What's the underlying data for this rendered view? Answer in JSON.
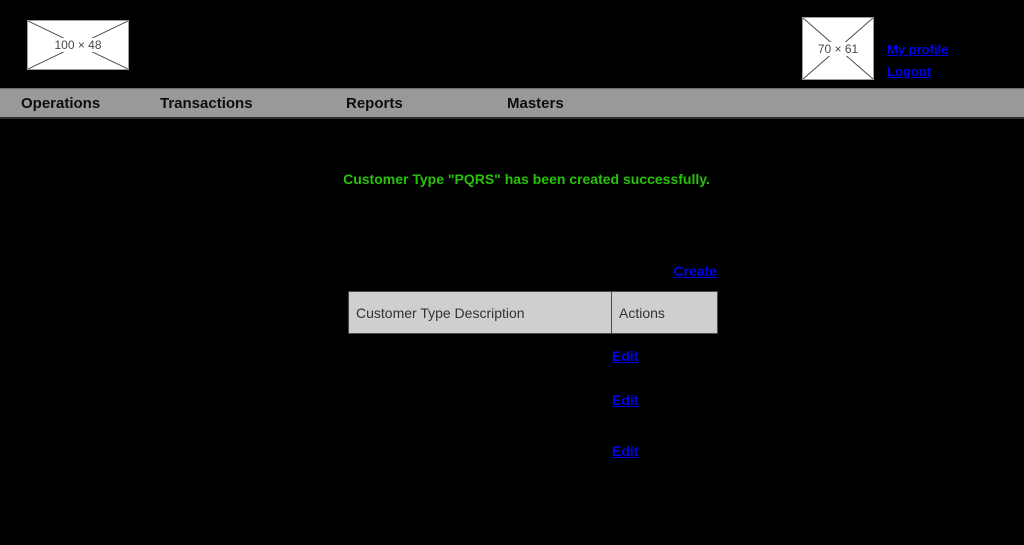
{
  "header": {
    "logo_placeholder_label": "100 × 48",
    "profile_placeholder_label": "70 × 61",
    "links": {
      "my_profile": "My profile",
      "logout": "Logout"
    }
  },
  "nav": {
    "items": [
      {
        "label": "Operations"
      },
      {
        "label": "Transactions"
      },
      {
        "label": "Reports"
      },
      {
        "label": "Masters"
      }
    ]
  },
  "main": {
    "flash_message": "Customer Type \"PQRS\" has been created successfully.",
    "create_link_label": "Create",
    "table": {
      "columns": [
        "Customer Type Description",
        "Actions"
      ],
      "rows": [
        {
          "description": "",
          "action": "Edit"
        },
        {
          "description": "",
          "action": "Edit"
        },
        {
          "description": "",
          "action": "Edit"
        }
      ]
    }
  },
  "colors": {
    "page_background": "#000000",
    "nav_background": "#999999",
    "table_header_background": "#CFCFCF",
    "link_blue": "#0000EE",
    "success_green": "#28C20A"
  }
}
